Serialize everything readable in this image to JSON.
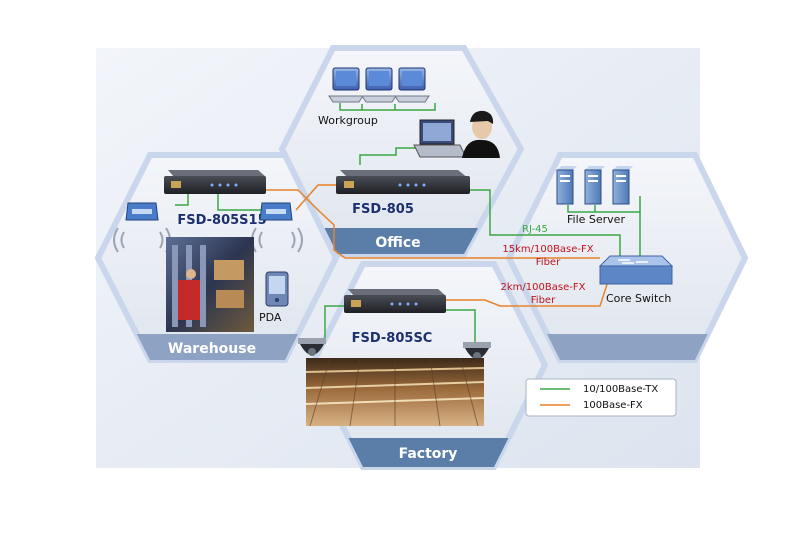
{
  "zones": {
    "office": {
      "title": "Office"
    },
    "warehouse": {
      "title": "Warehouse"
    },
    "factory": {
      "title": "Factory"
    },
    "core": {
      "title": ""
    }
  },
  "devices": {
    "office_converter": "FSD-805",
    "warehouse_converter": "FSD-805S15",
    "factory_converter": "FSD-805SC",
    "core_switch": "Core Switch",
    "file_server": "File Server"
  },
  "labels": {
    "workgroup": "Workgroup",
    "pda": "PDA",
    "rj45": "RJ-45",
    "link_15km_line1": "15km/100Base-FX",
    "link_15km_line2": "Fiber",
    "link_2km_line1": "2km/100Base-FX",
    "link_2km_line2": "Fiber"
  },
  "legend": {
    "items": [
      {
        "label": "10/100Base-TX",
        "color": "#3aa845"
      },
      {
        "label": "100Base-FX",
        "color": "#e8822a"
      }
    ]
  },
  "colors": {
    "tx_line": "#3aa845",
    "fx_line": "#e8822a",
    "hex_border": "#d6e1f3",
    "banner": "#5a7ea8",
    "device_text": "#1c2f6e",
    "fiber_text": "#c0121b",
    "rj45_text": "#3aa845"
  }
}
